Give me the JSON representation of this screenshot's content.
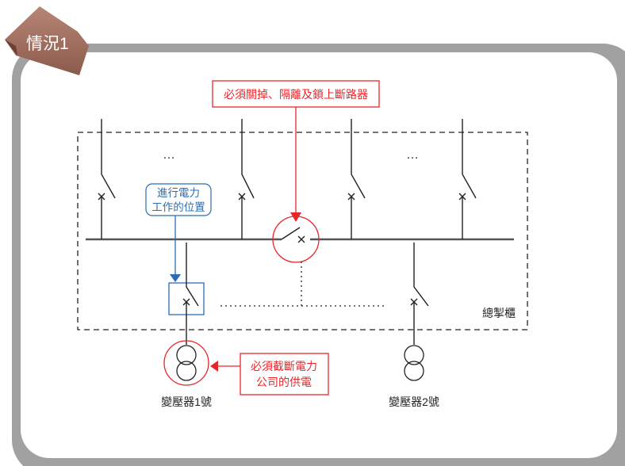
{
  "tag": {
    "label": "情況1"
  },
  "annotations": {
    "breaker_note": "必須關掉、隔離及鎖上斷路器",
    "work_position_line1": "進行電力",
    "work_position_line2": "工作的位置",
    "cut_supply_line1": "必須截斷電力",
    "cut_supply_line2": "公司的供電"
  },
  "labels": {
    "panel": "總掣櫃",
    "transformer1": "變壓器1號",
    "transformer2": "變壓器2號",
    "ellipsis": "…"
  },
  "colors": {
    "red": "#e8262a",
    "blue": "#2a6db5",
    "tag": "#9b6a5a",
    "frame": "#a0a1a0"
  }
}
